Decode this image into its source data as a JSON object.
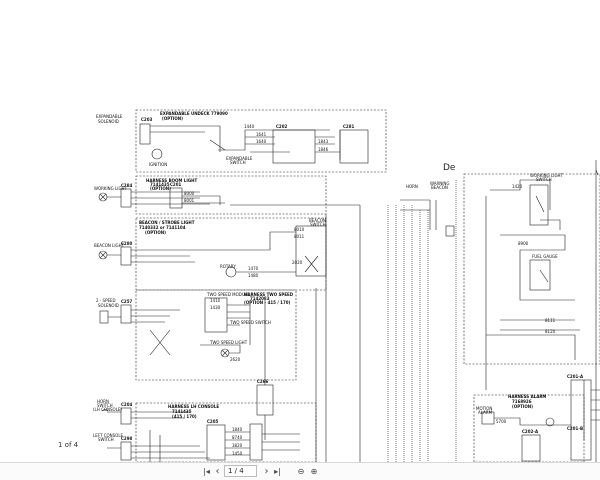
{
  "viewer": {
    "page_indicator": "1 of 4",
    "page_field": "1 / 4",
    "icons": {
      "first": "first-page-icon",
      "prev": "previous-page-icon",
      "next": "next-page-icon",
      "last": "last-page-icon",
      "zoom_out": "zoom-out-icon",
      "zoom_in": "zoom-in-icon"
    },
    "glyphs": {
      "first": "|◂",
      "prev": "‹",
      "next": "›",
      "last": "▸|",
      "zoom_out": "⊖",
      "zoom_in": "⊕"
    }
  },
  "diagram": {
    "header_text": "De",
    "boxes": {
      "expandable_undeck": [
        "EXPANDABLE UNDECK 779090",
        "(OPTION)"
      ],
      "boom_light": [
        "HARNESS BOOM LIGHT",
        "7141435",
        "(OPTION)"
      ],
      "beacon": [
        "BEACON / STROBE LIGHT",
        "7140332 or 7141104",
        "(OPTION)"
      ],
      "two_speed": [
        "HARNESS TWO SPEED",
        "7142083",
        "(OPTION - 415 / 170)"
      ],
      "lh_console": [
        "HARNESS LH CONSOLE",
        "7141435",
        "(415 / 170)"
      ],
      "alarm": [
        "HARNESS ALARM",
        "7168926",
        "(OPTION)"
      ]
    },
    "left_labels": {
      "expandable_solenoid": [
        "EXPANDABLE",
        "SOLENOID"
      ],
      "working_light": [
        "WORKING LIGHT"
      ],
      "beacon_light": [
        "BEACON LIGHT"
      ],
      "two_speed_solenoid": [
        "2 - SPEED",
        "SOLENOID"
      ],
      "horn_switch": [
        "HORN",
        "SWITCH",
        "(LH CONSOLE)"
      ],
      "lh_console_switch": [
        "LEFT CONSOLE",
        "SWITCH"
      ]
    },
    "connectors": {
      "c1": "C203",
      "c2": "C202",
      "c3": "C281",
      "c4": "C284",
      "c5": "C201",
      "c6": "C280",
      "c7": "C257",
      "c8": "C266",
      "c9": "C204",
      "c10": "C205",
      "c11": "C201-A",
      "c12": "C201-B",
      "c13": "C202-A",
      "c14": "C298"
    },
    "small_labels": {
      "expandable_switch": [
        "EXPANDABLE",
        "SWITCH"
      ],
      "ignition": [
        "IGNITION"
      ],
      "rotary": [
        "ROTARY"
      ],
      "beacon_switch": [
        "BEACON",
        "SWITCH"
      ],
      "two_speed_switch": [
        "TWO SPEED SWITCH"
      ],
      "two_speed_light": [
        "TWO SPEED LIGHT"
      ],
      "two_speed_module": [
        "TWO SPEED MODULE"
      ],
      "horn": [
        "HORN"
      ],
      "warning_beacon": [
        "WARNING",
        "BEACON"
      ],
      "working_light_switch": [
        "WORKING LIGHT",
        "SWITCH"
      ],
      "fuel_gauge": [
        "FUEL GAUGE"
      ],
      "motion_alarm": [
        "MOTION",
        "ALARM"
      ]
    },
    "wire_numbers": {
      "w1": "1440",
      "w2": "1641",
      "w3": "1640",
      "w4": "1843",
      "w5": "1846",
      "w6": "8000",
      "w7": "8001",
      "w8": "8010",
      "w9": "8011",
      "w10": "1470",
      "w11": "1480",
      "w12": "2020",
      "w13": "8120",
      "w14": "8111",
      "w15": "1420",
      "w16": "5700",
      "w17": "8900",
      "w18": "1840",
      "w19": "8740",
      "w20": "3820",
      "w21": "1410",
      "w22": "1430",
      "w23": "2620",
      "w24": "1450"
    }
  }
}
